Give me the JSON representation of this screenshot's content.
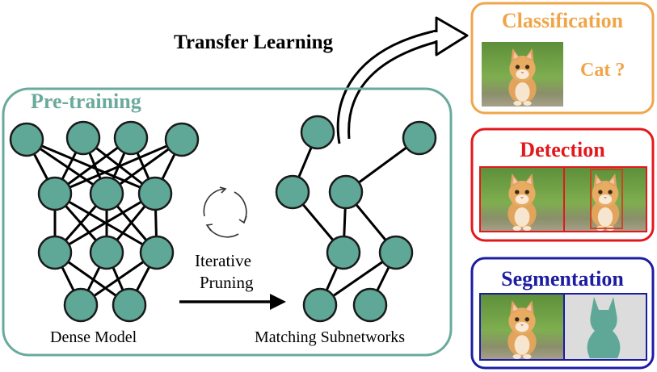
{
  "title": "Transfer Learning",
  "pretraining": {
    "label": "Pre-training",
    "dense_model_label": "Dense Model",
    "subnetworks_label": "Matching Subnetworks",
    "pruning_label_line1": "Iterative",
    "pruning_label_line2": "Pruning"
  },
  "tasks": {
    "classification": {
      "label": "Classification",
      "answer": "Cat ?",
      "color": "#f0a54a"
    },
    "detection": {
      "label": "Detection",
      "color": "#e3181d"
    },
    "segmentation": {
      "label": "Segmentation",
      "color": "#1c1ca3"
    }
  },
  "colors": {
    "panel_border": "#6aaa9c",
    "node_fill": "#5fa897",
    "pretraining_text": "#6aaa9c"
  }
}
